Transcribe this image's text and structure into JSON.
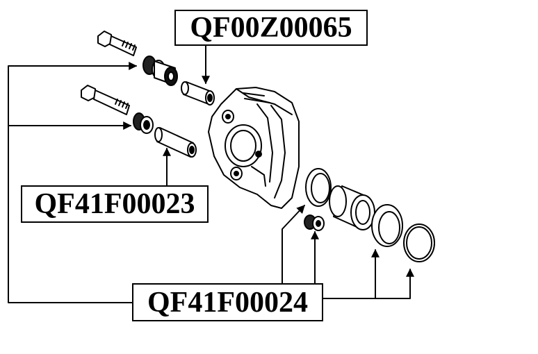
{
  "labels": {
    "top": "QF00Z00065",
    "left": "QF41F00023",
    "bottom": "QF41F00024"
  },
  "colors": {
    "line": "#000000",
    "background": "#ffffff"
  }
}
